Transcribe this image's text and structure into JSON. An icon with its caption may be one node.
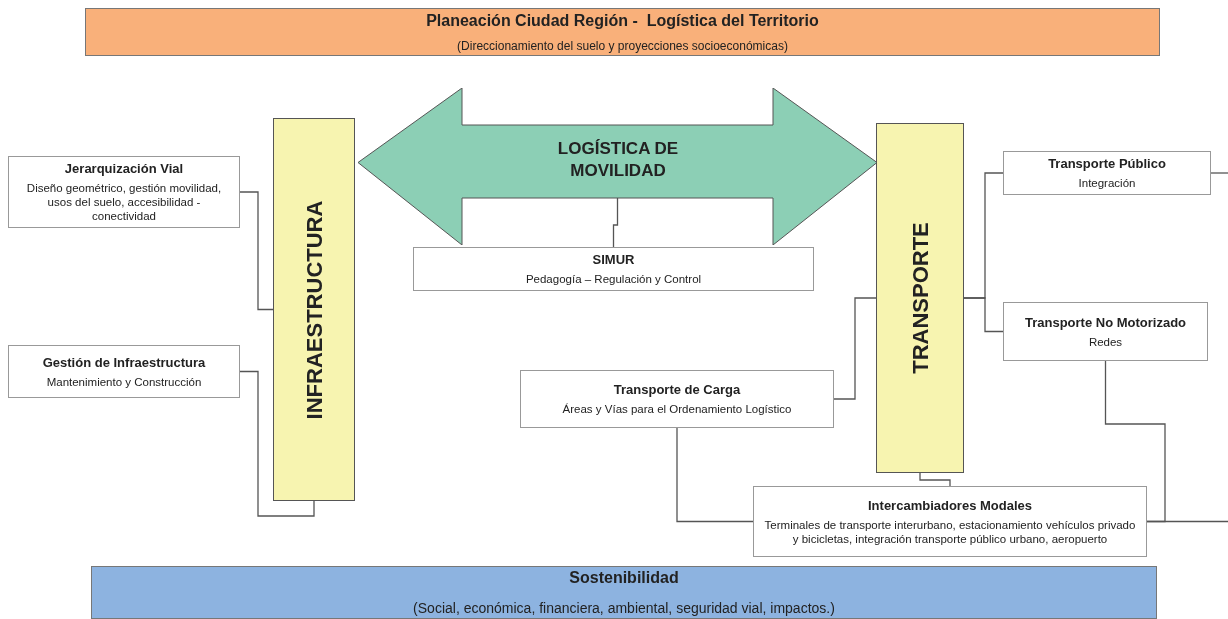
{
  "diagram": {
    "nodes": [
      {
        "text": [
          "Planeación Ciudad Región -  Logística del Territorio",
          "(Direccionamiento del suelo y proyecciones socioeconómicas)"
        ]
      },
      {
        "text": [
          "Jerarquización Vial",
          "Diseño geométrico, gestión movilidad, usos del suelo, accesibilidad - conectividad"
        ]
      },
      {
        "text": [
          "Gestión de Infraestructura",
          "Mantenimiento y Construcción"
        ]
      },
      {
        "text": [
          "INFRAESTRUCTURA"
        ]
      },
      {
        "text": [
          "LOGÍSTICA DE MOVILIDAD"
        ]
      },
      {
        "text": [
          "SIMUR",
          "Pedagogía – Regulación y Control"
        ]
      },
      {
        "text": [
          "TRANSPORTE"
        ]
      },
      {
        "text": [
          "Transporte Público",
          "Integración"
        ]
      },
      {
        "text": [
          "Transporte No Motorizado",
          "Redes"
        ]
      },
      {
        "text": [
          "Transporte de Carga",
          "Áreas y Vías para el Ordenamiento Logístico"
        ]
      },
      {
        "text": [
          "Intercambiadores Modales",
          "Terminales de transporte interurbano, estacionamiento vehículos privado y bicicletas, integración transporte público urbano, aeropuerto"
        ]
      },
      {
        "text": [
          "Sostenibilidad",
          "(Social, económica, financiera, ambiental, seguridad vial, impactos.)"
        ]
      }
    ],
    "edges": [
      {
        "from": 1,
        "to": 3,
        "arrow": "none"
      },
      {
        "from": 2,
        "to": 3,
        "arrow": "none"
      },
      {
        "from": 4,
        "to": 5,
        "arrow": "none"
      },
      {
        "from": 6,
        "to": 7,
        "arrow": "none"
      },
      {
        "from": 6,
        "to": 8,
        "arrow": "none"
      },
      {
        "from": 9,
        "to": 6,
        "arrow": "none"
      },
      {
        "from": 9,
        "to": 10,
        "arrow": "none"
      },
      {
        "from": 6,
        "to": 10,
        "arrow": "none"
      },
      {
        "from": 8,
        "to": 10,
        "arrow": "none"
      },
      {
        "from": 10,
        "to": null,
        "arrow": "none"
      },
      {
        "from": 7,
        "to": null,
        "arrow": "none"
      }
    ]
  }
}
